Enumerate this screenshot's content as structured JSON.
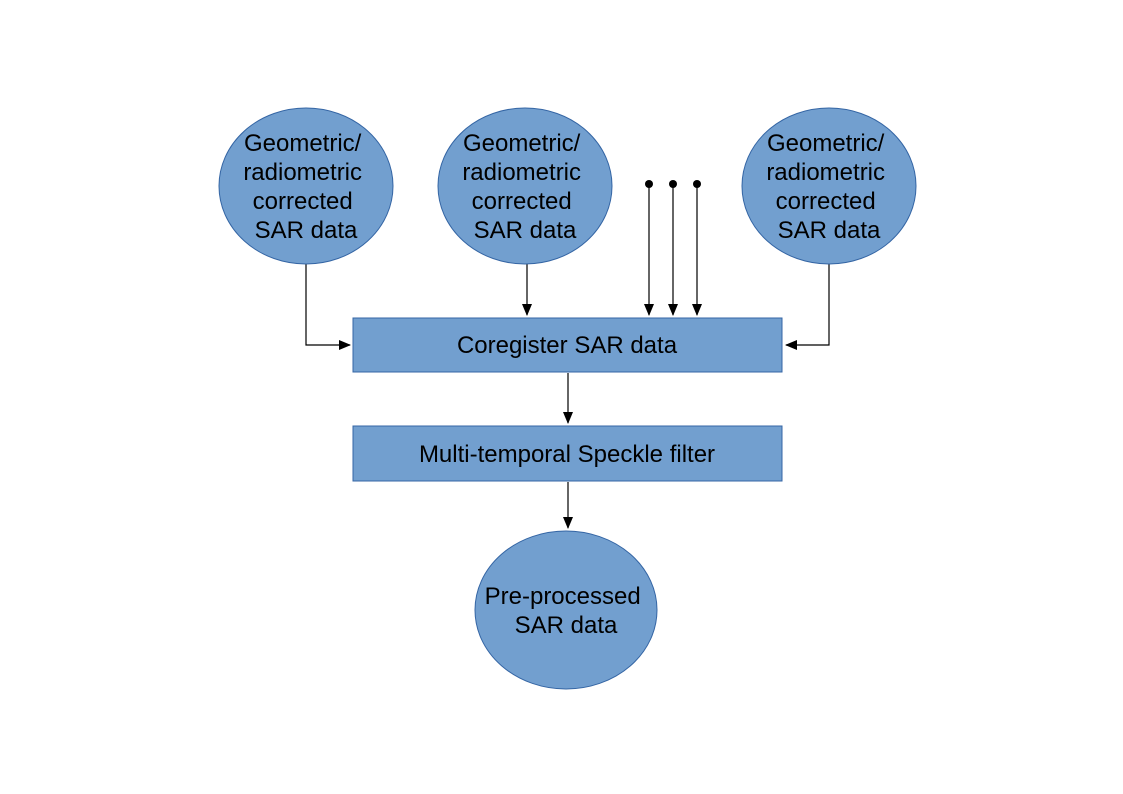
{
  "colors": {
    "node_fill": "#729fcf",
    "node_stroke": "#3465a4",
    "arrow": "#000000",
    "background": "#ffffff"
  },
  "inputs": [
    {
      "lines": [
        "Geometric/",
        "radiometric",
        "corrected",
        "SAR data"
      ]
    },
    {
      "lines": [
        "Geometric/",
        "radiometric",
        "corrected",
        "SAR data"
      ]
    },
    {
      "lines": [
        "Geometric/",
        "radiometric",
        "corrected",
        "SAR data"
      ]
    }
  ],
  "steps": [
    {
      "label": "Coregister SAR data"
    },
    {
      "label": "Multi-temporal Speckle filter"
    }
  ],
  "output": {
    "lines": [
      "Pre-processed",
      "SAR data"
    ]
  },
  "ellipsis": {
    "icon": "ellipsis-dots-icon",
    "count": 3
  }
}
